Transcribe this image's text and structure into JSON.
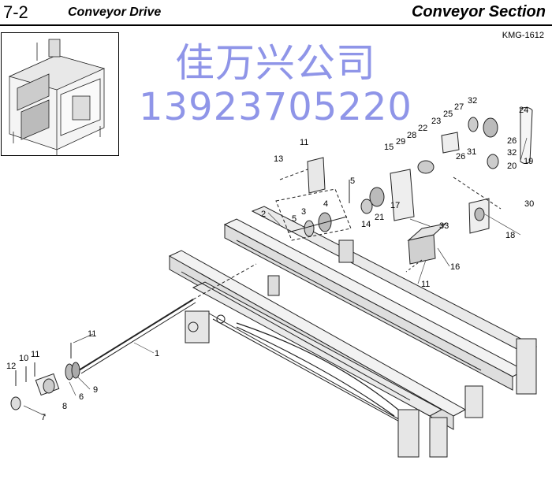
{
  "header": {
    "section_number": "7-2",
    "section_title": "Conveyor Drive",
    "chapter_title": "Conveyor Section"
  },
  "reference_code": "KMG-1612",
  "watermark": {
    "company": "佳万兴公司",
    "phone": "13923705220",
    "color": "#8f95e8"
  },
  "callouts": [
    "1",
    "2",
    "3",
    "4",
    "5",
    "5",
    "6",
    "7",
    "8",
    "9",
    "10",
    "11",
    "11",
    "11",
    "11",
    "12",
    "13",
    "14",
    "15",
    "16",
    "17",
    "18",
    "19",
    "20",
    "21",
    "22",
    "23",
    "24",
    "25",
    "26",
    "26",
    "27",
    "28",
    "29",
    "30",
    "31",
    "32",
    "32",
    "33"
  ]
}
